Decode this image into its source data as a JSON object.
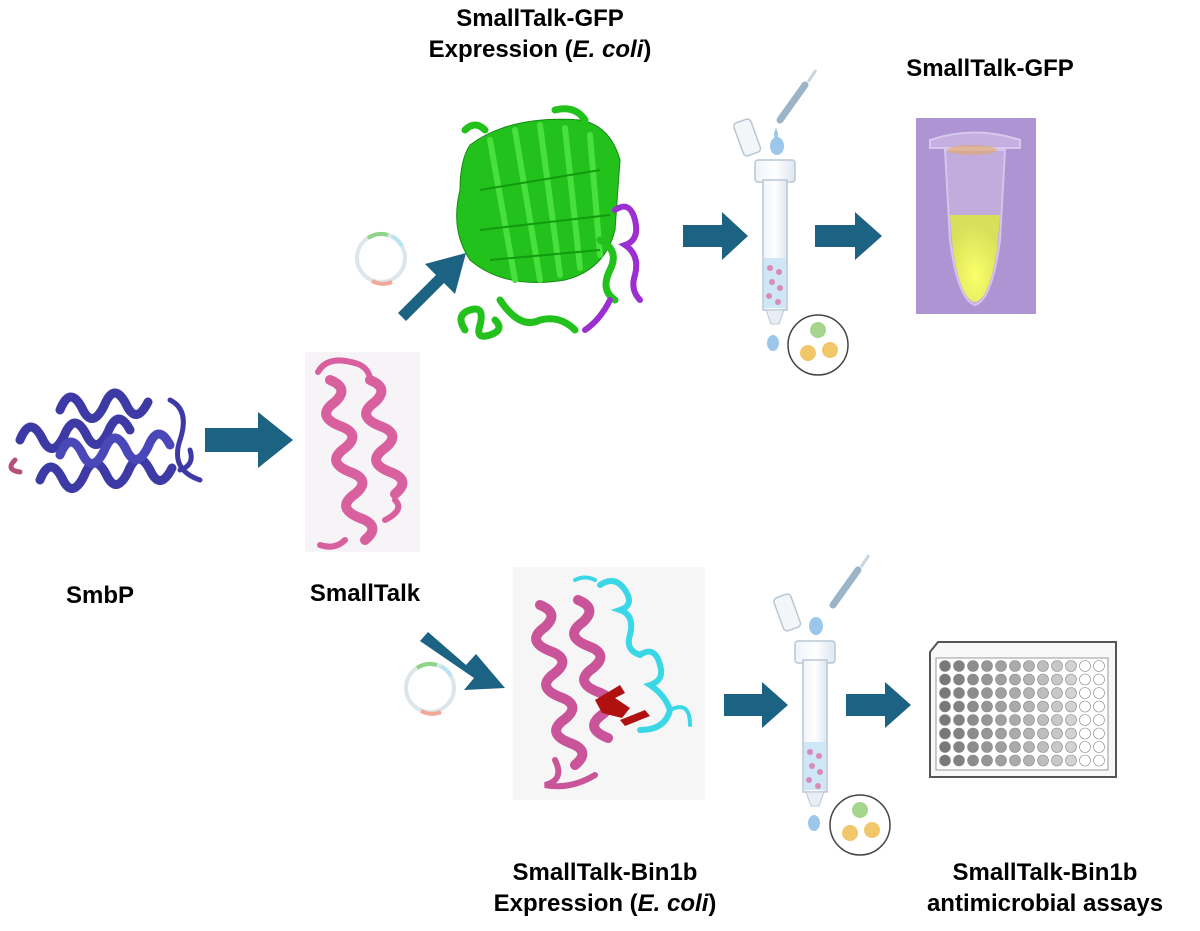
{
  "labels": {
    "gfp_expression": {
      "line1": "SmallTalk-GFP",
      "line2_prefix": "Expression (",
      "organism": "E. coli",
      "line2_suffix": ")"
    },
    "gfp_product": "SmallTalk-GFP",
    "smbp": "SmbP",
    "smalltalk": "SmallTalk",
    "bin1b_expression": {
      "line1": "SmallTalk-Bin1b",
      "line2_prefix": "Expression (",
      "organism": "E. coli",
      "line2_suffix": ")"
    },
    "bin1b_assays": {
      "line1": "SmallTalk-Bin1b",
      "line2": "antimicrobial assays"
    }
  },
  "colors": {
    "arrow": "#1c6283",
    "smbp_protein": "#3d3aa6",
    "smalltalk_protein": "#d9609f",
    "gfp_protein": "#22c11c",
    "gfp_tag": "#9b2fd0",
    "bin1b_protein": "#3ad8e6",
    "bin1b_sheet": "#b01010",
    "tube_bg": "#b49ad8",
    "tube_liquid": "#f0f05a",
    "droplet": "#9cc7ea"
  }
}
